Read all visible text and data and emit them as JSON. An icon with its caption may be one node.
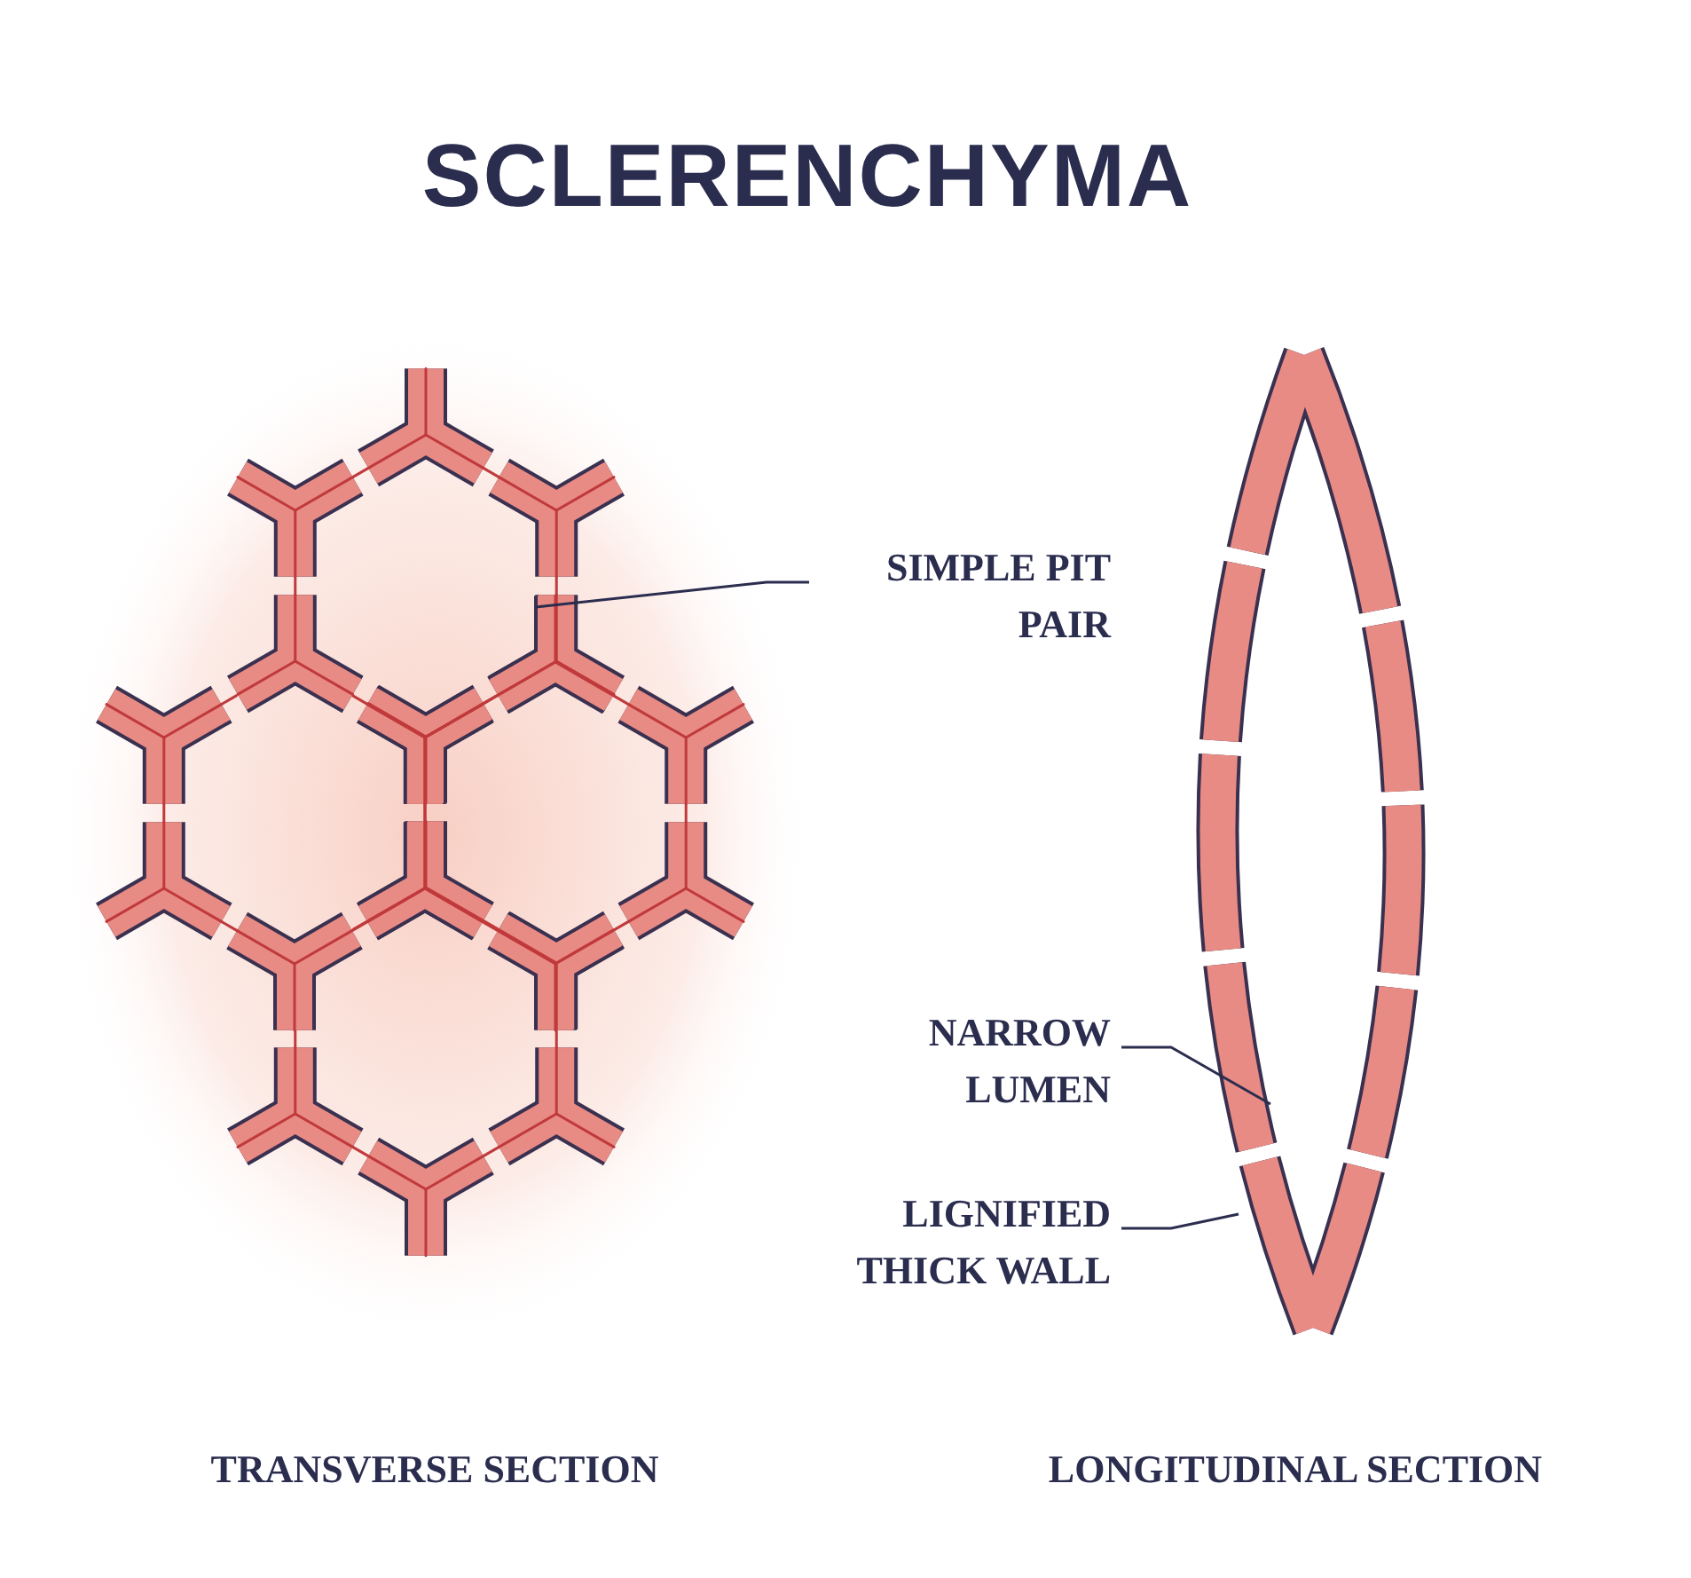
{
  "diagram": {
    "title": "SCLERENCHYMA",
    "nodes": [
      {
        "text": [
          "SIMPLE PIT PAIR"
        ]
      },
      {
        "text": [
          "NARROW LUMEN"
        ]
      },
      {
        "text": [
          "LIGNIFIED THICK WALL"
        ]
      }
    ],
    "edges": [
      {
        "from": 0,
        "to": null,
        "arrow": "none"
      },
      {
        "from": 1,
        "to": null,
        "arrow": "none"
      },
      {
        "from": 2,
        "to": null,
        "arrow": "none"
      }
    ],
    "labels": [
      "TRANSVERSE SECTION",
      "LONGITUDINAL SECTION"
    ]
  }
}
